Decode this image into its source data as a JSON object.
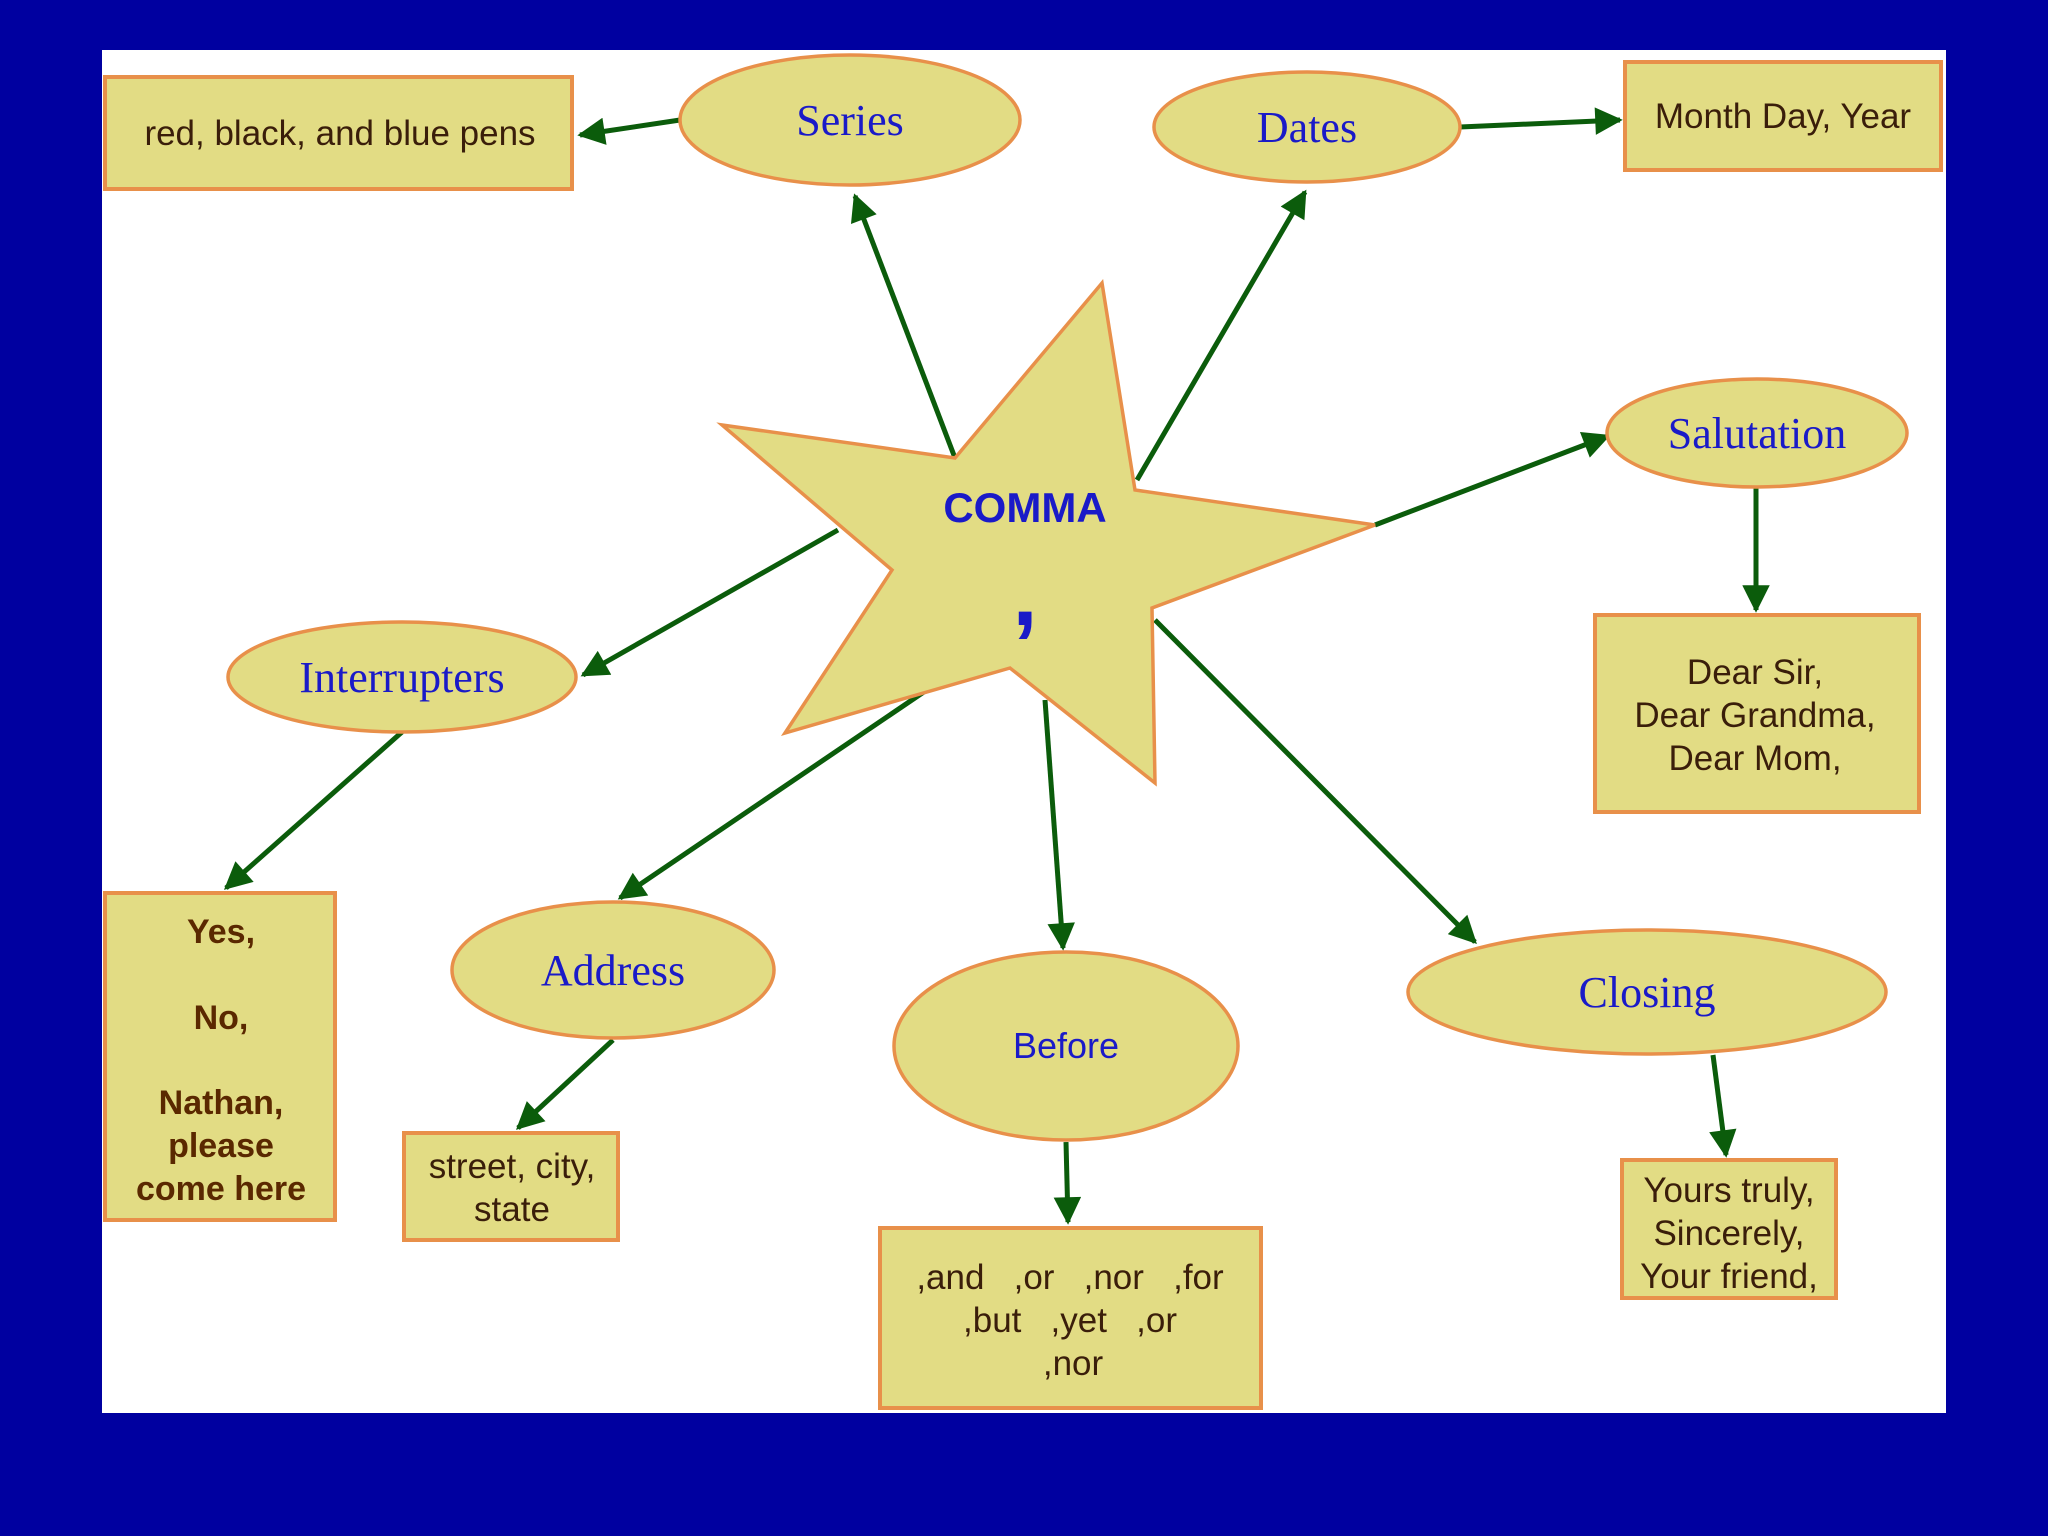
{
  "center": {
    "title": "COMMA",
    "symbol": ","
  },
  "categories": {
    "series": "Series",
    "dates": "Dates",
    "salutation": "Salutation",
    "interrupters": "Interrupters",
    "address": "Address",
    "before": "Before",
    "closing": "Closing"
  },
  "examples": {
    "series": "red, black, and blue pens",
    "dates": "Month Day, Year",
    "salutation": [
      "Dear Sir,",
      "Dear Grandma,",
      "Dear Mom,"
    ],
    "interrupters": [
      "Yes,",
      "No,",
      "Nathan,",
      "please",
      "come here"
    ],
    "address": [
      "street, city,",
      "state"
    ],
    "before": [
      ",and   ,or   ,nor   ,for",
      ",but   ,yet   ,or",
      ",nor"
    ],
    "closing": [
      "Yours truly,",
      "Sincerely,",
      "Your friend,"
    ]
  },
  "colors": {
    "background": "#0000A0",
    "canvas": "#FFFFFF",
    "node_fill": "#E2DC84",
    "node_border": "#E8904A",
    "arrow": "#0B5C0B",
    "label_text": "#1A1AC8",
    "example_text": "#3A1E0A"
  }
}
